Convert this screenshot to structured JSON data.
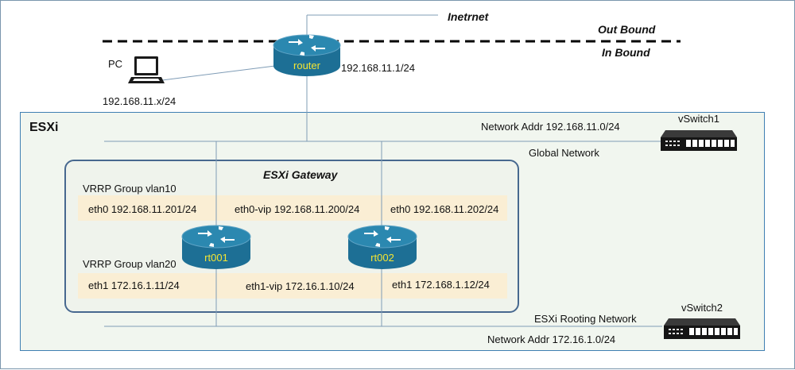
{
  "internet_label": "Inetrnet",
  "out_bound_label": "Out Bound",
  "in_bound_label": "In Bound",
  "pc": {
    "label": "PC",
    "addr": "192.168.11.x/24"
  },
  "router": {
    "label": "router",
    "addr": "192.168.11.1/24"
  },
  "esxi": {
    "title": "ESXi",
    "global_network": {
      "addr": "Network Addr 192.168.11.0/24",
      "name": "Global Network",
      "switch": "vSwitch1"
    },
    "rooting_network": {
      "name": "ESXi Rooting Network",
      "addr": "Network Addr 172.16.1.0/24",
      "switch": "vSwitch2"
    }
  },
  "gateway": {
    "title": "ESXi Gateway",
    "vlan10": {
      "group": "VRRP Group vlan10",
      "left": "eth0 192.168.11.201/24",
      "vip": "eth0-vip 192.168.11.200/24",
      "right": "eth0 192.168.11.202/24"
    },
    "vlan20": {
      "group": "VRRP Group vlan20",
      "left": "eth1 172.16.1.11/24",
      "vip": "eth1-vip 172.16.1.10/24",
      "right": "eth1 172.168.1.12/24"
    },
    "rt1": "rt001",
    "rt2": "rt002"
  },
  "colors": {
    "router_fill": "#1d6f95",
    "router_top": "#2b88b0",
    "router_label": "#f5e532",
    "band": "#faeed4",
    "line": "#7f9cb6"
  }
}
